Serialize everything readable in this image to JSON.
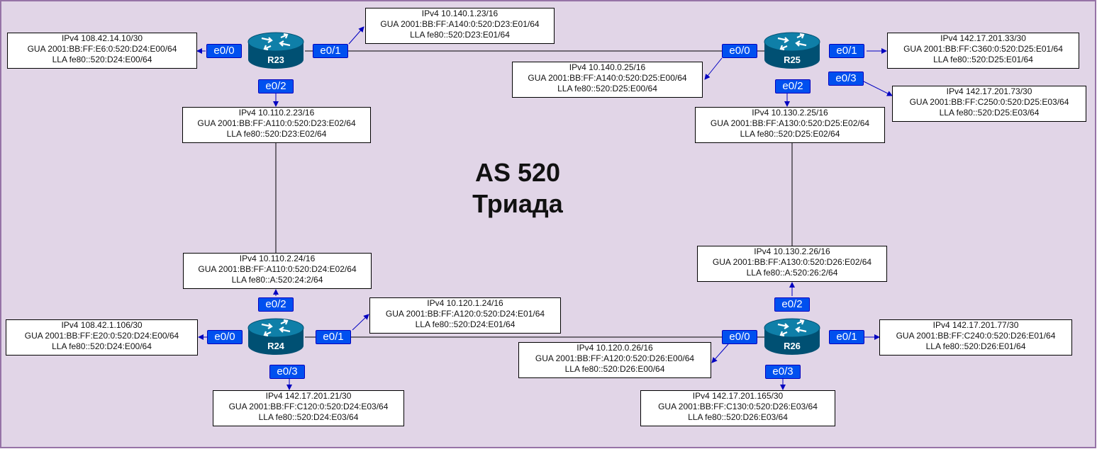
{
  "diagram": {
    "background": "#e1d5e7",
    "frame_color": "#9673a6",
    "link_color": "#000000",
    "arrow_color": "#0000c0",
    "iface_color": "#0050ef",
    "title": [
      "AS 520",
      "Триада"
    ]
  },
  "routers": {
    "r23": {
      "name": "R23",
      "icon": "router-icon"
    },
    "r24": {
      "name": "R24",
      "icon": "router-icon"
    },
    "r25": {
      "name": "R25",
      "icon": "router-icon"
    },
    "r26": {
      "name": "R26",
      "icon": "router-icon"
    }
  },
  "interfaces": {
    "r23_e0_0": "e0/0",
    "r23_e0_1": "e0/1",
    "r23_e0_2": "e0/2",
    "r25_e0_0": "e0/0",
    "r25_e0_1": "e0/1",
    "r25_e0_2": "e0/2",
    "r25_e0_3": "e0/3",
    "r24_e0_0": "e0/0",
    "r24_e0_1": "e0/1",
    "r24_e0_2": "e0/2",
    "r24_e0_3": "e0/3",
    "r26_e0_0": "e0/0",
    "r26_e0_1": "e0/1",
    "r26_e0_2": "e0/2",
    "r26_e0_3": "e0/3"
  },
  "addresses": {
    "r23_e0_0": [
      "IPv4 108.42.14.10/30",
      "GUA 2001:BB:FF:E6:0:520:D24:E00/64",
      "LLA fe80::520:D24:E00/64"
    ],
    "r23_e0_1": [
      "IPv4 10.140.1.23/16",
      "GUA 2001:BB:FF:A140:0:520:D23:E01/64",
      "LLA fe80::520:D23:E01/64"
    ],
    "r23_e0_2": [
      "IPv4 10.110.2.23/16",
      "GUA 2001:BB:FF:A110:0:520:D23:E02/64",
      "LLA fe80::520:D23:E02/64"
    ],
    "r25_e0_0": [
      "IPv4 10.140.0.25/16",
      "GUA 2001:BB:FF:A140:0:520:D25:E00/64",
      "LLA fe80::520:D25:E00/64"
    ],
    "r25_e0_1": [
      "IPv4 142.17.201.33/30",
      "GUA 2001:BB:FF:C360:0:520:D25:E01/64",
      "LLA fe80::520:D25:E01/64"
    ],
    "r25_e0_3": [
      "IPv4 142.17.201.73/30",
      "GUA 2001:BB:FF:C250:0:520:D25:E03/64",
      "LLA fe80::520:D25:E03/64"
    ],
    "r25_e0_2": [
      "IPv4 10.130.2.25/16",
      "GUA 2001:BB:FF:A130:0:520:D25:E02/64",
      "LLA fe80::520:D25:E02/64"
    ],
    "r24_e0_2": [
      "IPv4 10.110.2.24/16",
      "GUA 2001:BB:FF:A110:0:520:D24:E02/64",
      "LLA fe80::A:520:24:2/64"
    ],
    "r24_e0_1": [
      "IPv4 10.120.1.24/16",
      "GUA 2001:BB:FF:A120:0:520:D24:E01/64",
      "LLA fe80::520:D24:E01/64"
    ],
    "r24_e0_0": [
      "IPv4 108.42.1.106/30",
      "GUA 2001:BB:FF:E20:0:520:D24:E00/64",
      "LLA fe80::520:D24:E00/64"
    ],
    "r24_e0_3": [
      "IPv4 142.17.201.21/30",
      "GUA 2001:BB:FF:C120:0:520:D24:E03/64",
      "LLA fe80::520:D24:E03/64"
    ],
    "r26_e0_2": [
      "IPv4 10.130.2.26/16",
      "GUA 2001:BB:FF:A130:0:520:D26:E02/64",
      "LLA fe80::A:520:26:2/64"
    ],
    "r26_e0_0": [
      "IPv4 10.120.0.26/16",
      "GUA 2001:BB:FF:A120:0:520:D26:E00/64",
      "LLA fe80::520:D26:E00/64"
    ],
    "r26_e0_1": [
      "IPv4 142.17.201.77/30",
      "GUA 2001:BB:FF:C240:0:520:D26:E01/64",
      "LLA fe80::520:D26:E01/64"
    ],
    "r26_e0_3": [
      "IPv4 142.17.201.165/30",
      "GUA 2001:BB:FF:C130:0:520:D26:E03/64",
      "LLA fe80::520:D26:E03/64"
    ]
  }
}
